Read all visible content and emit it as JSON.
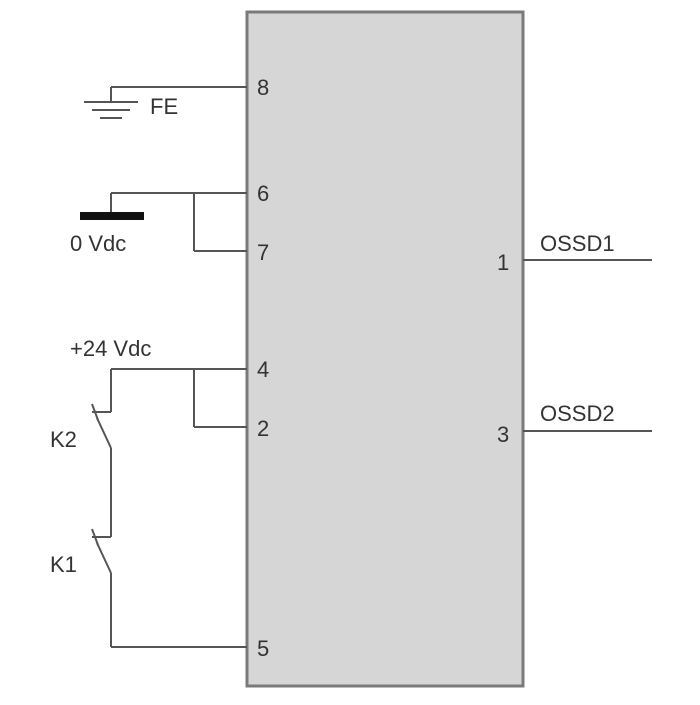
{
  "colors": {
    "device_fill": "#d6d6d6",
    "device_border": "#7a7a7a",
    "wire": "#555555",
    "text": "#333333",
    "background": "#ffffff"
  },
  "device": {
    "pins": {
      "p8": "8",
      "p6": "6",
      "p7": "7",
      "p4": "4",
      "p2": "2",
      "p5": "5",
      "p1": "1",
      "p3": "3"
    }
  },
  "labels": {
    "fe": "FE",
    "zero_vdc": "0 Vdc",
    "plus24_vdc": "+24 Vdc",
    "k1": "K1",
    "k2": "K2",
    "ossd1": "OSSD1",
    "ossd2": "OSSD2"
  },
  "icons": {
    "ground": "earth-ground-icon",
    "dc_rail": "zero-volt-rail-icon",
    "switch": "normally-open-contact-icon"
  }
}
